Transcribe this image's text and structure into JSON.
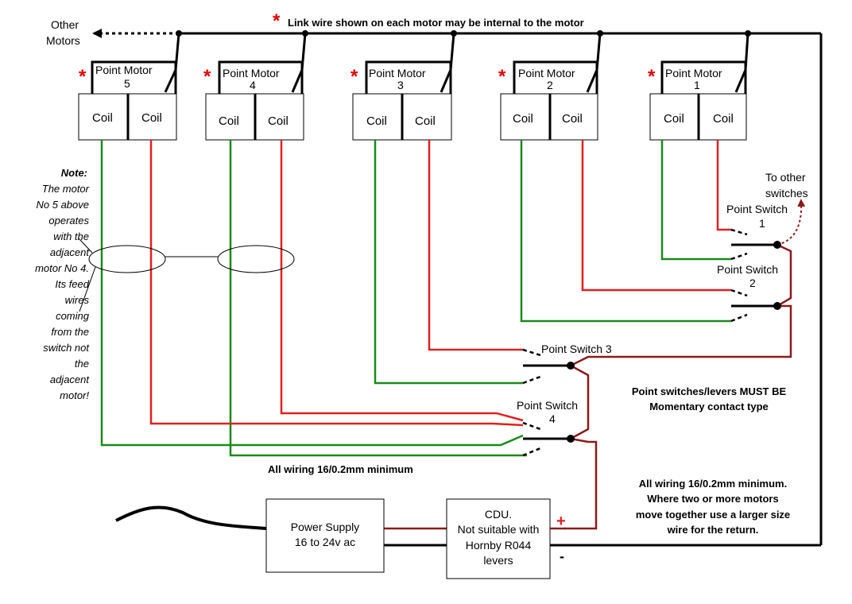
{
  "header": {
    "other_motors": [
      "Other",
      "Motors"
    ],
    "link_note_star": "*",
    "link_note": "Link wire shown on each motor may be internal to the motor"
  },
  "motors": [
    {
      "title": "Point Motor",
      "number": "5",
      "coil_left": "Coil",
      "coil_right": "Coil",
      "star": "*"
    },
    {
      "title": "Point Motor",
      "number": "4",
      "coil_left": "Coil",
      "coil_right": "Coil",
      "star": "*"
    },
    {
      "title": "Point Motor",
      "number": "3",
      "coil_left": "Coil",
      "coil_right": "Coil",
      "star": "*"
    },
    {
      "title": "Point Motor",
      "number": "2",
      "coil_left": "Coil",
      "coil_right": "Coil",
      "star": "*"
    },
    {
      "title": "Point Motor",
      "number": "1",
      "coil_left": "Coil",
      "coil_right": "Coil",
      "star": "*"
    }
  ],
  "switches": [
    {
      "label": "Point Switch",
      "number": "1"
    },
    {
      "label": "Point Switch",
      "number": "2"
    },
    {
      "label": "Point Switch 3"
    },
    {
      "label": "Point Switch",
      "number": "4"
    }
  ],
  "to_other_switches": [
    "To other",
    "switches"
  ],
  "note": {
    "title": "Note:",
    "lines": [
      "The  motor",
      "No 5 above",
      "operates",
      "with the",
      "adjacent",
      "motor No 4.",
      "Its feed",
      "wires",
      "coming",
      "from the",
      "switch not",
      "the",
      "adjacent",
      "motor!"
    ]
  },
  "momentary_note": [
    "Point switches/levers MUST BE",
    "Momentary contact type"
  ],
  "wiring_note_short": "All wiring 16/0.2mm minimum",
  "wiring_note_long": [
    "All wiring 16/0.2mm minimum.",
    "Where two or more motors",
    "move together use a larger size",
    "wire for the return."
  ],
  "power_supply": [
    "Power Supply",
    "16 to 24v ac"
  ],
  "cdu": [
    "CDU.",
    "Not suitable with",
    "Hornby R044",
    "levers"
  ],
  "polarity": {
    "plus": "+",
    "minus": "-"
  },
  "colors": {
    "black": "#000000",
    "green": "#1a8a1a",
    "red": "#e02020",
    "maroon": "#8b1a1a"
  }
}
